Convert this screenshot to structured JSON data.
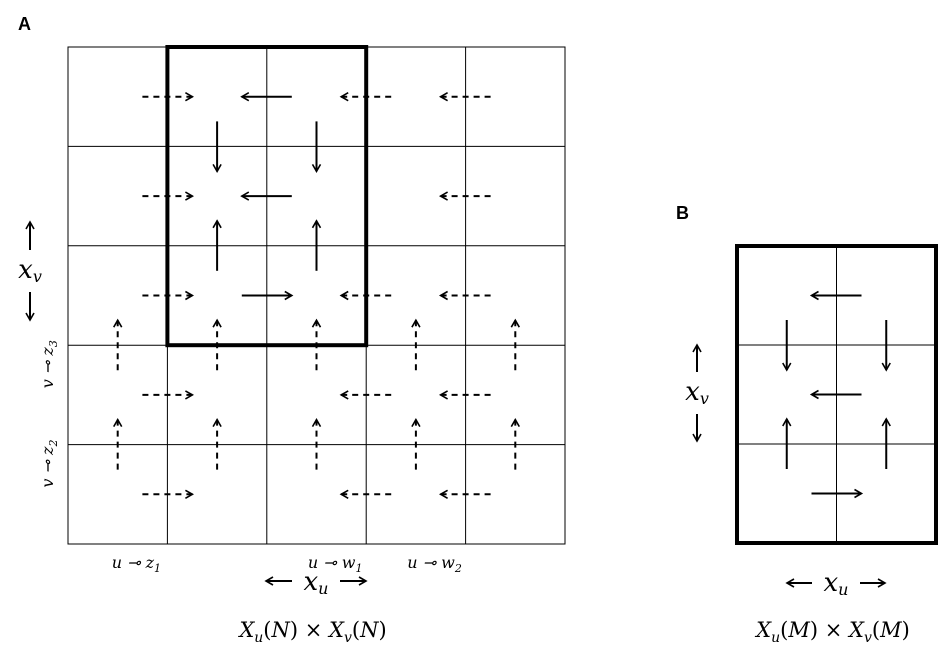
{
  "panel_a": {
    "label": "A",
    "cols": 5,
    "rows": 5,
    "highlight": {
      "col_start": 1,
      "col_end": 3,
      "row_start": 0,
      "row_end": 3
    },
    "x_axis_label": "x_u",
    "y_axis_label": "x_v",
    "caption": "X_u(N) × X_v(N)",
    "bottom_labels": [
      {
        "text": "u ⊸ z",
        "sub": "1",
        "col_line": 1
      },
      {
        "text": "u ⊸ w",
        "sub": "1",
        "col_line": 3
      },
      {
        "text": "u ⊸ w",
        "sub": "2",
        "col_line": 4
      }
    ],
    "left_labels": [
      {
        "text": "v ⊸ z",
        "sub": "3",
        "row_line": 3
      },
      {
        "text": "v ⊸ z",
        "sub": "2",
        "row_line": 4
      }
    ],
    "h_arrows": [
      {
        "col_line": 1,
        "row": 0,
        "dir": "right",
        "style": "dashed"
      },
      {
        "col_line": 2,
        "row": 0,
        "dir": "left",
        "style": "solid"
      },
      {
        "col_line": 3,
        "row": 0,
        "dir": "left",
        "style": "dashed"
      },
      {
        "col_line": 4,
        "row": 0,
        "dir": "left",
        "style": "dashed"
      },
      {
        "col_line": 1,
        "row": 1,
        "dir": "right",
        "style": "dashed"
      },
      {
        "col_line": 2,
        "row": 1,
        "dir": "left",
        "style": "solid"
      },
      {
        "col_line": 4,
        "row": 1,
        "dir": "left",
        "style": "dashed"
      },
      {
        "col_line": 1,
        "row": 2,
        "dir": "right",
        "style": "dashed"
      },
      {
        "col_line": 2,
        "row": 2,
        "dir": "right",
        "style": "solid"
      },
      {
        "col_line": 3,
        "row": 2,
        "dir": "left",
        "style": "dashed"
      },
      {
        "col_line": 4,
        "row": 2,
        "dir": "left",
        "style": "dashed"
      },
      {
        "col_line": 1,
        "row": 3,
        "dir": "right",
        "style": "dashed"
      },
      {
        "col_line": 3,
        "row": 3,
        "dir": "left",
        "style": "dashed"
      },
      {
        "col_line": 4,
        "row": 3,
        "dir": "left",
        "style": "dashed"
      },
      {
        "col_line": 1,
        "row": 4,
        "dir": "right",
        "style": "dashed"
      },
      {
        "col_line": 3,
        "row": 4,
        "dir": "left",
        "style": "dashed"
      },
      {
        "col_line": 4,
        "row": 4,
        "dir": "left",
        "style": "dashed"
      }
    ],
    "v_arrows": [
      {
        "col": 1,
        "row_line": 1,
        "dir": "down",
        "style": "solid"
      },
      {
        "col": 2,
        "row_line": 1,
        "dir": "down",
        "style": "solid"
      },
      {
        "col": 1,
        "row_line": 2,
        "dir": "up",
        "style": "solid"
      },
      {
        "col": 2,
        "row_line": 2,
        "dir": "up",
        "style": "solid"
      },
      {
        "col": 0,
        "row_line": 3,
        "dir": "up",
        "style": "dashed"
      },
      {
        "col": 1,
        "row_line": 3,
        "dir": "up",
        "style": "dashed"
      },
      {
        "col": 2,
        "row_line": 3,
        "dir": "up",
        "style": "dashed"
      },
      {
        "col": 3,
        "row_line": 3,
        "dir": "up",
        "style": "dashed"
      },
      {
        "col": 4,
        "row_line": 3,
        "dir": "up",
        "style": "dashed"
      },
      {
        "col": 0,
        "row_line": 4,
        "dir": "up",
        "style": "dashed"
      },
      {
        "col": 1,
        "row_line": 4,
        "dir": "up",
        "style": "dashed"
      },
      {
        "col": 2,
        "row_line": 4,
        "dir": "up",
        "style": "dashed"
      },
      {
        "col": 3,
        "row_line": 4,
        "dir": "up",
        "style": "dashed"
      },
      {
        "col": 4,
        "row_line": 4,
        "dir": "up",
        "style": "dashed"
      }
    ]
  },
  "panel_b": {
    "label": "B",
    "cols": 2,
    "rows": 3,
    "x_axis_label": "x_u",
    "y_axis_label": "x_v",
    "caption": "X_u(M) × X_v(M)",
    "h_arrows": [
      {
        "col_line": 1,
        "row": 0,
        "dir": "left",
        "style": "solid"
      },
      {
        "col_line": 1,
        "row": 1,
        "dir": "left",
        "style": "solid"
      },
      {
        "col_line": 1,
        "row": 2,
        "dir": "right",
        "style": "solid"
      }
    ],
    "v_arrows": [
      {
        "col": 0,
        "row_line": 1,
        "dir": "down",
        "style": "solid"
      },
      {
        "col": 1,
        "row_line": 1,
        "dir": "down",
        "style": "solid"
      },
      {
        "col": 0,
        "row_line": 2,
        "dir": "up",
        "style": "solid"
      },
      {
        "col": 1,
        "row_line": 2,
        "dir": "up",
        "style": "solid"
      }
    ]
  }
}
